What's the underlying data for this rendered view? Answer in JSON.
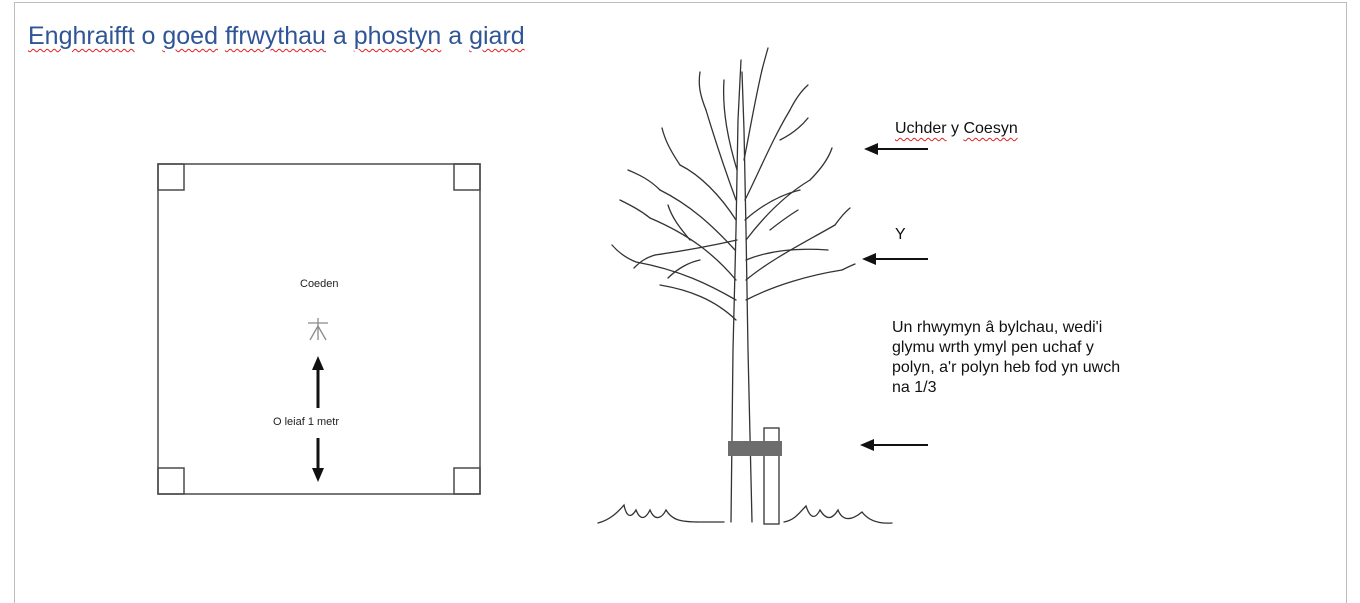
{
  "title": {
    "words": [
      {
        "text": "Enghraifft",
        "misspelled": true
      },
      {
        "text": " o ",
        "misspelled": false
      },
      {
        "text": "goed",
        "misspelled": true
      },
      {
        "text": " ",
        "misspelled": false
      },
      {
        "text": "ffrwythau",
        "misspelled": true
      },
      {
        "text": " a ",
        "misspelled": false
      },
      {
        "text": "phostyn",
        "misspelled": true
      },
      {
        "text": " a ",
        "misspelled": false
      },
      {
        "text": "giard",
        "misspelled": true
      }
    ],
    "color": "#2f5597"
  },
  "plan": {
    "tree_label": "Coeden",
    "distance_label": "O leiaf 1 metr"
  },
  "annotations": {
    "stem_height": {
      "a": "Uchder",
      "b": " y ",
      "c": "Coesyn"
    },
    "y_label": "Y",
    "tie_note": "Un rhwymyn â bylchau, wedi'i glymu wrth ymyl pen uchaf y polyn, a'r polyn heb fod yn uwch na 1/3"
  },
  "colors": {
    "spellcheck": "#e02020",
    "tie_band": "#6d6d6d",
    "line": "#4a4a4a"
  }
}
